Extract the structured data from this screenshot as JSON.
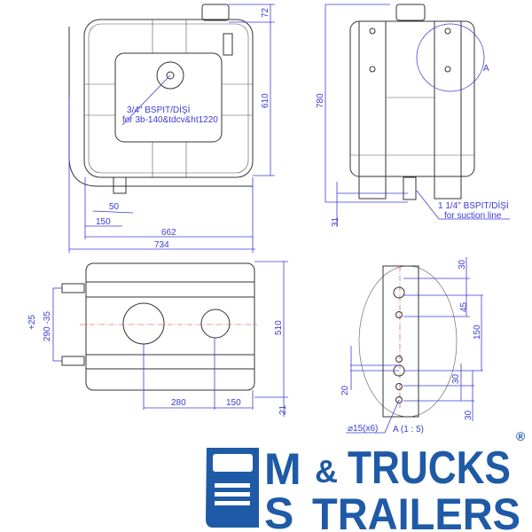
{
  "front_view": {
    "dims": {
      "cap_height": "72",
      "height": "610",
      "outlet_offset": "50",
      "outlet_pos": "150",
      "inner_width": "662",
      "overall_width": "734"
    },
    "callout_line1": "3/4\" BSPIT/DİŞİ",
    "callout_line2": "for 3b-140&tdcv&ht1220"
  },
  "side_view": {
    "dims": {
      "overall_height": "780",
      "outlet_drop": "31"
    },
    "callout_line1": "1 1/4\" BSPIT/DİŞİ",
    "callout_line2": "for suction line",
    "detail_marker": "A"
  },
  "top_view": {
    "dims": {
      "tol_plus": "+25",
      "bracket_spacing": "290 -35",
      "depth": "510",
      "flange_pos": "280",
      "outlet_pos": "150",
      "outlet_drop": "21"
    }
  },
  "detail_a": {
    "dims": {
      "d1": "30",
      "d2": "45",
      "d3": "150",
      "d4": "30",
      "d5": "20",
      "d6": "30"
    },
    "hole_label": "⌀15(x6)",
    "title": "A (1 : 5)"
  },
  "logo": {
    "m": "M",
    "s": "S",
    "trucks": "TRUCKS",
    "amp": "&",
    "trailers": "TRAILERS",
    "registered": "®",
    "color": "#1f5aa6"
  }
}
